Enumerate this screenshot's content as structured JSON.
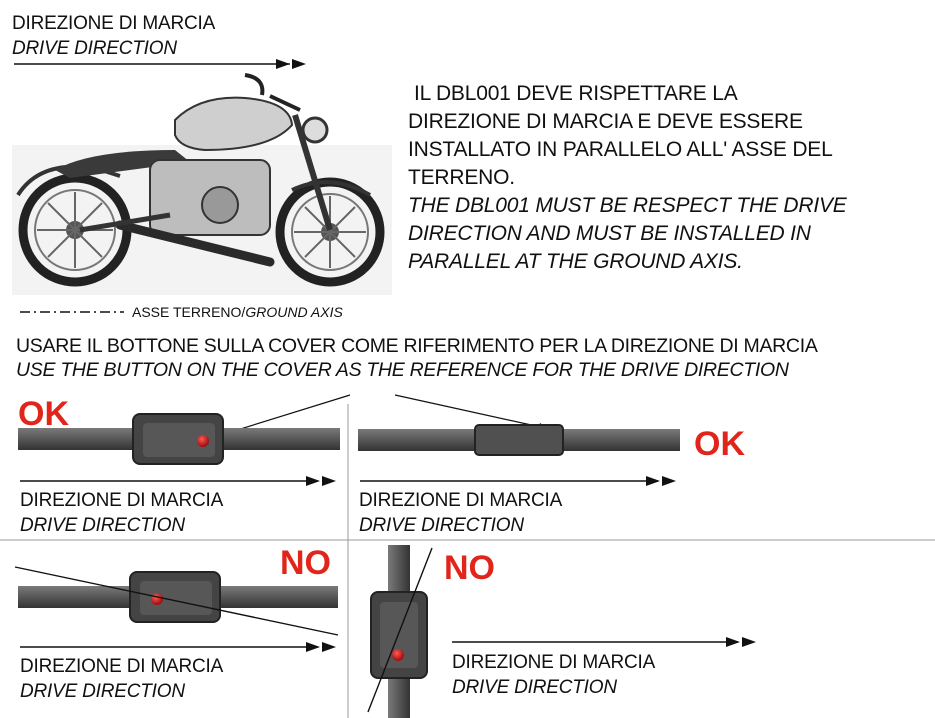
{
  "colors": {
    "accent_red": "#e1251b",
    "bar": "#555555",
    "box": "#4a4a4a",
    "button": "#c4161c",
    "line": "#8a8a8a"
  },
  "header": {
    "drive_direction_it": "DIREZIONE DI MARCIA",
    "drive_direction_en": "DRIVE DIRECTION"
  },
  "instructions": {
    "it_lines": [
      "IL DBL001 DEVE RISPETTARE LA",
      "DIREZIONE DI MARCIA E DEVE ESSERE",
      "INSTALLATO IN PARALLELO ALL' ASSE DEL",
      "TERRENO."
    ],
    "en_lines": [
      "THE DBL001 MUST BE RESPECT THE DRIVE",
      "DIRECTION AND MUST BE INSTALLED IN",
      "PARALLEL AT THE GROUND AXIS."
    ]
  },
  "ground_axis": {
    "it": "ASSE TERRENO/",
    "en": "GROUND AXIS"
  },
  "reference": {
    "it": "USARE IL BOTTONE SULLA COVER COME RIFERIMENTO PER LA DIREZIONE DI MARCIA",
    "en": "USE THE BUTTON ON THE COVER AS THE REFERENCE FOR THE DRIVE DIRECTION"
  },
  "panels": [
    {
      "status": "OK",
      "label_it": "DIREZIONE DI MARCIA",
      "label_en": "DRIVE DIRECTION"
    },
    {
      "status": "OK",
      "label_it": "DIREZIONE DI MARCIA",
      "label_en": "DRIVE DIRECTION"
    },
    {
      "status": "NO",
      "label_it": "DIREZIONE DI MARCIA",
      "label_en": "DRIVE DIRECTION"
    },
    {
      "status": "NO",
      "label_it": "DIREZIONE DI MARCIA",
      "label_en": "DRIVE DIRECTION"
    }
  ]
}
